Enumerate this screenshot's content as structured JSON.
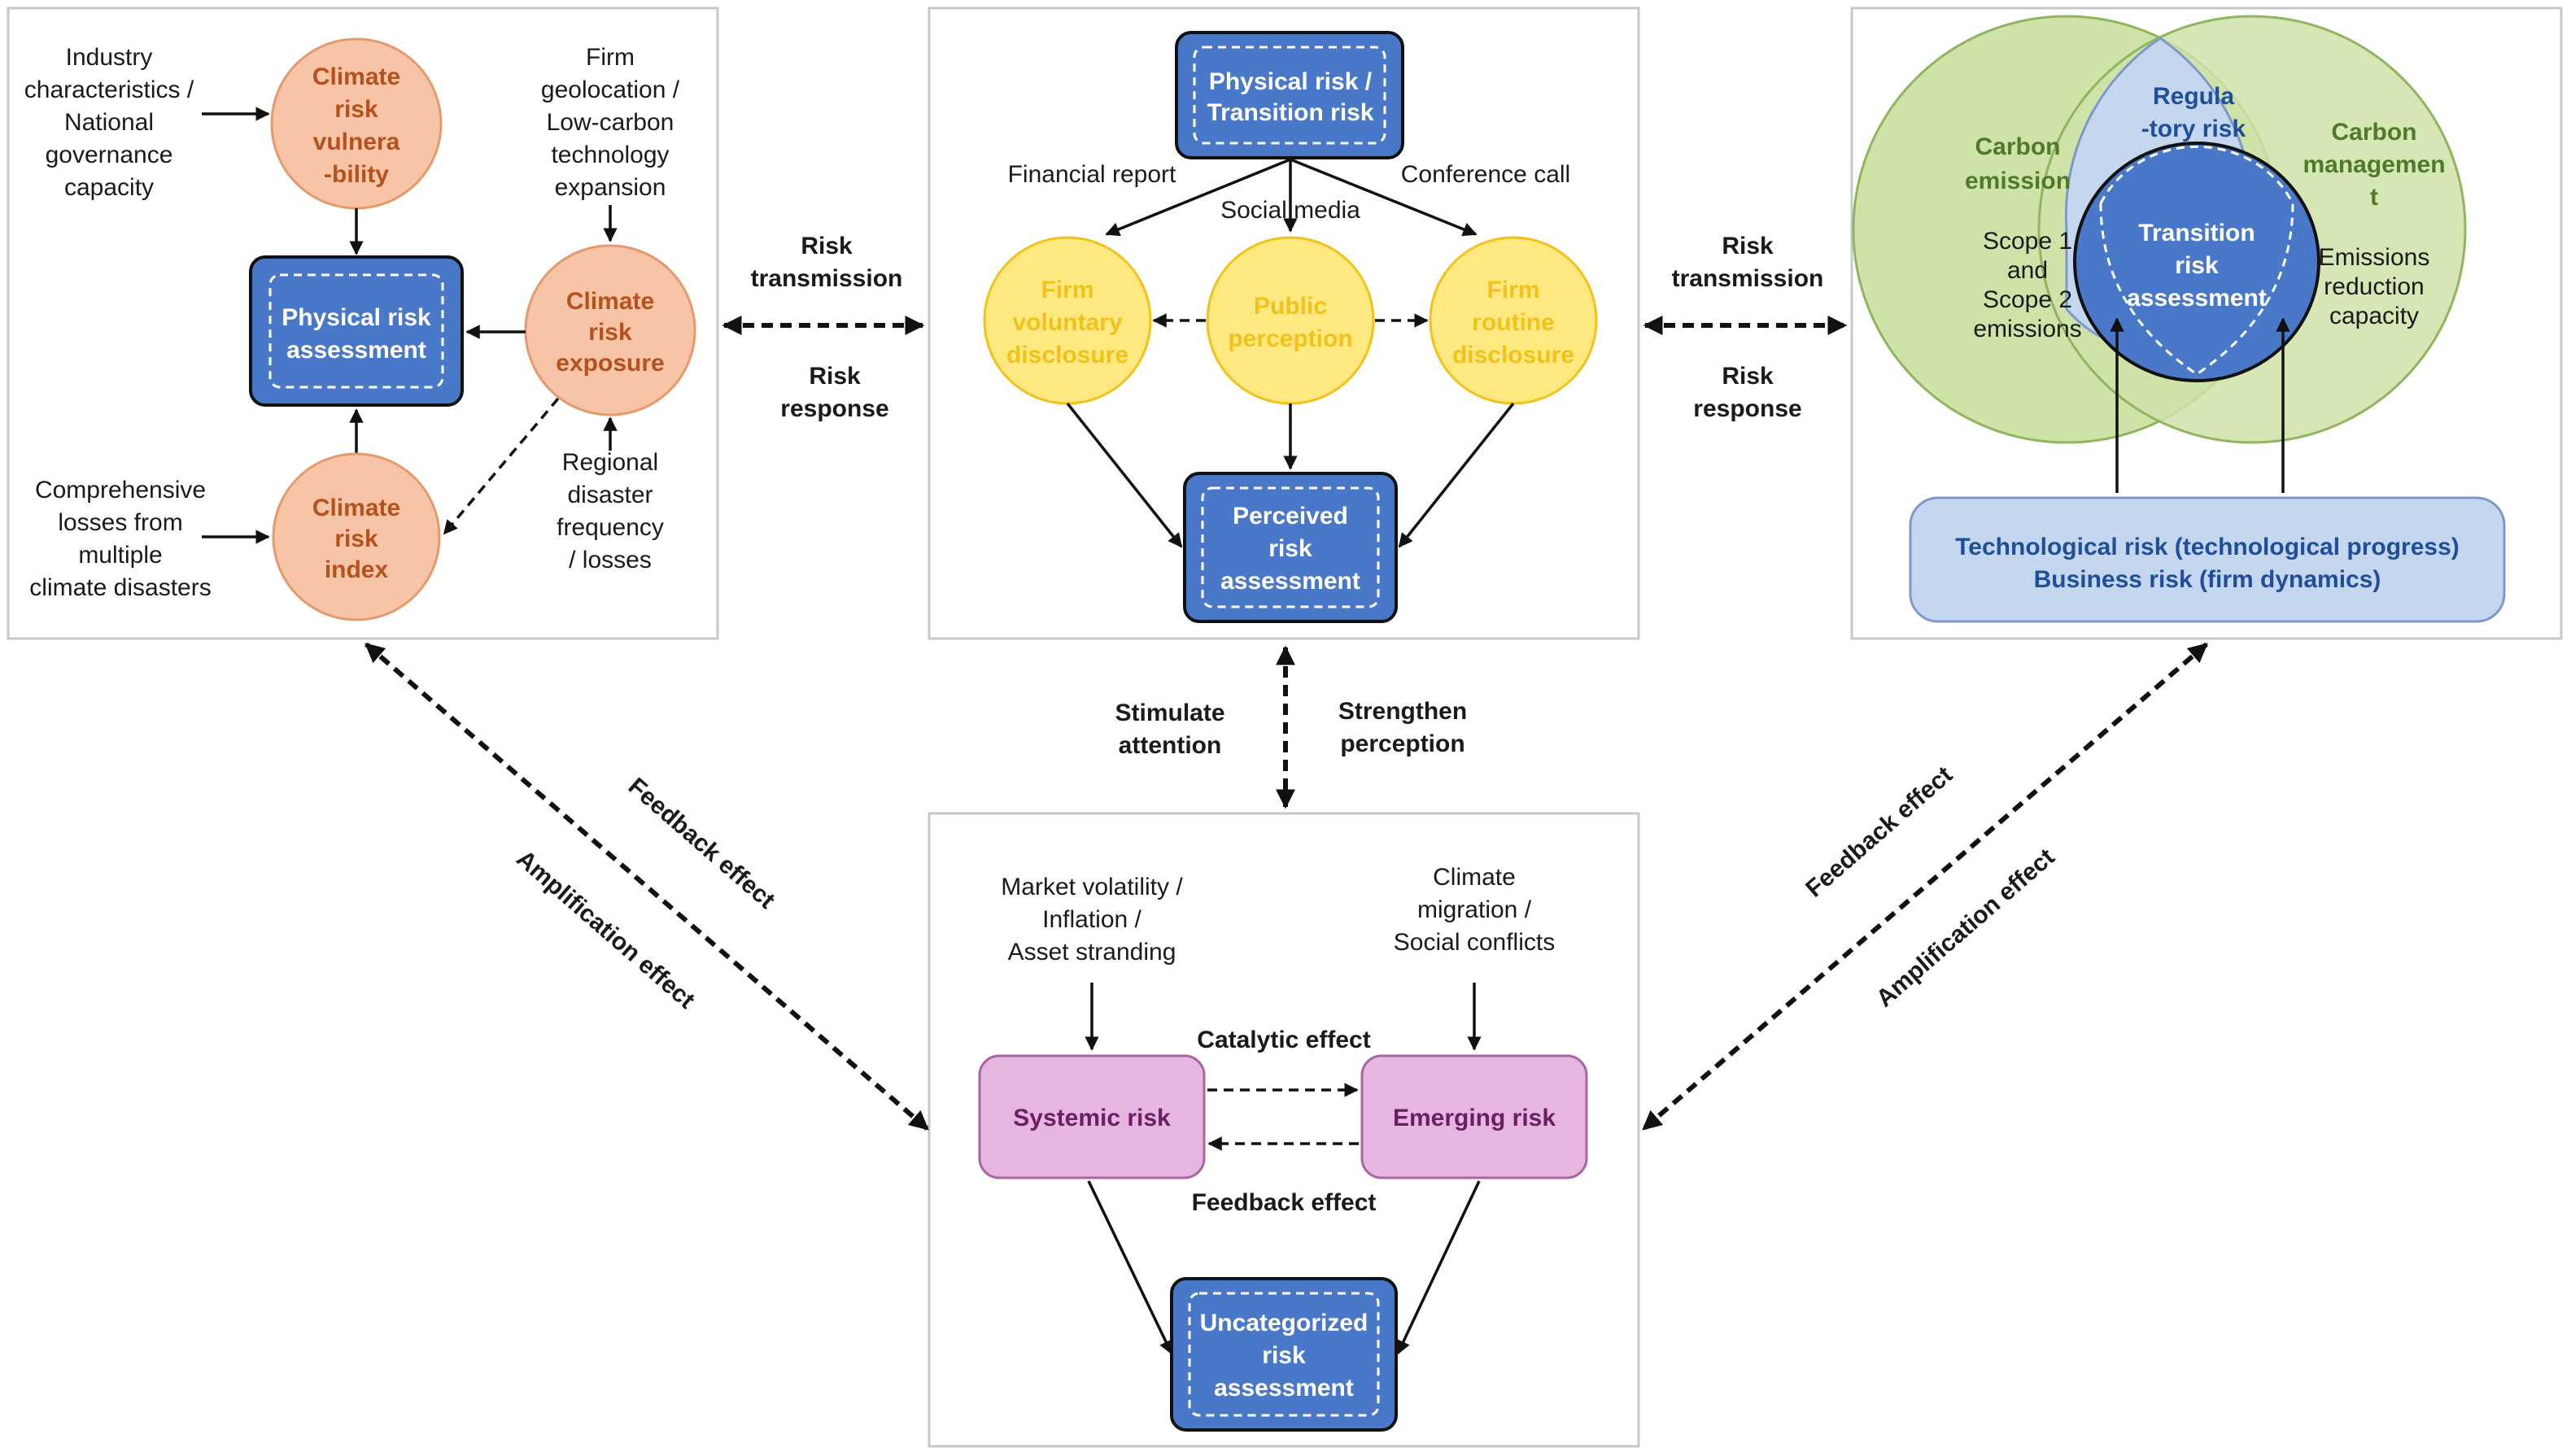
{
  "left_panel": {
    "vulnerability_input": [
      "Industry",
      "characteristics /",
      "National",
      "governance",
      "capacity"
    ],
    "vulnerability_node": [
      "Climate",
      "risk",
      "vulnera",
      "-bility"
    ],
    "geolocation_input": [
      "Firm",
      "geolocation /",
      "Low-carbon",
      "technology",
      "expansion"
    ],
    "physical_assessment": [
      "Physical risk",
      "assessment"
    ],
    "exposure_node": [
      "Climate",
      "risk",
      "exposure"
    ],
    "losses_input": [
      "Comprehensive",
      "losses from",
      "multiple",
      "climate disasters"
    ],
    "index_node": [
      "Climate",
      "risk",
      "index"
    ],
    "disaster_input": [
      "Regional",
      "disaster",
      "frequency",
      "/ losses"
    ]
  },
  "center_panel": {
    "top_node": [
      "Physical risk /",
      "Transition risk"
    ],
    "channel_financial": "Financial report",
    "channel_social": "Social media",
    "channel_conference": "Conference call",
    "voluntary_node": [
      "Firm",
      "voluntary",
      "disclosure"
    ],
    "public_node": [
      "Public",
      "perception"
    ],
    "routine_node": [
      "Firm",
      "routine",
      "disclosure"
    ],
    "perceived_node": [
      "Perceived",
      "risk",
      "assessment"
    ]
  },
  "right_panel": {
    "carbon_emission": [
      "Carbon",
      "emission"
    ],
    "regulatory": [
      "Regula",
      "-tory risk"
    ],
    "carbon_management": [
      "Carbon",
      "managemen",
      "t"
    ],
    "transition_assessment": [
      "Transition",
      "risk",
      "assessment"
    ],
    "scope_text": [
      "Scope 1",
      "and",
      "Scope 2",
      "emissions"
    ],
    "emissions_capacity": [
      "Emissions",
      "reduction",
      "capacity"
    ],
    "tech_business": [
      "Technological risk (technological progress)",
      "Business risk (firm dynamics)"
    ]
  },
  "bottom_panel": {
    "market_input": [
      "Market volatility /",
      "Inflation /",
      "Asset stranding"
    ],
    "migration_input": [
      "Climate",
      "migration /",
      "Social conflicts"
    ],
    "catalytic": "Catalytic effect",
    "systemic": "Systemic risk",
    "emerging": "Emerging risk",
    "feedback_inner": "Feedback effect",
    "uncategorized": [
      "Uncategorized",
      "risk",
      "assessment"
    ]
  },
  "connectors": {
    "left_transmission": [
      "Risk",
      "transmission"
    ],
    "left_response": [
      "Risk",
      "response"
    ],
    "right_transmission": [
      "Risk",
      "transmission"
    ],
    "right_response": [
      "Risk",
      "response"
    ],
    "stimulate": [
      "Stimulate",
      "attention"
    ],
    "strengthen": [
      "Strengthen",
      "perception"
    ],
    "left_feedback": "Feedback effect",
    "left_amplification": "Amplification effect",
    "right_feedback": "Feedback effect",
    "right_amplification": "Amplification effect"
  },
  "colors": {
    "blue_box": "#4a78c8",
    "orange_node": "#f7c4a8",
    "yellow_node": "#fde97f",
    "pink_node": "#e6b6e0",
    "green_circle": "#cfe2a8",
    "light_blue": "#c5d6ef"
  }
}
